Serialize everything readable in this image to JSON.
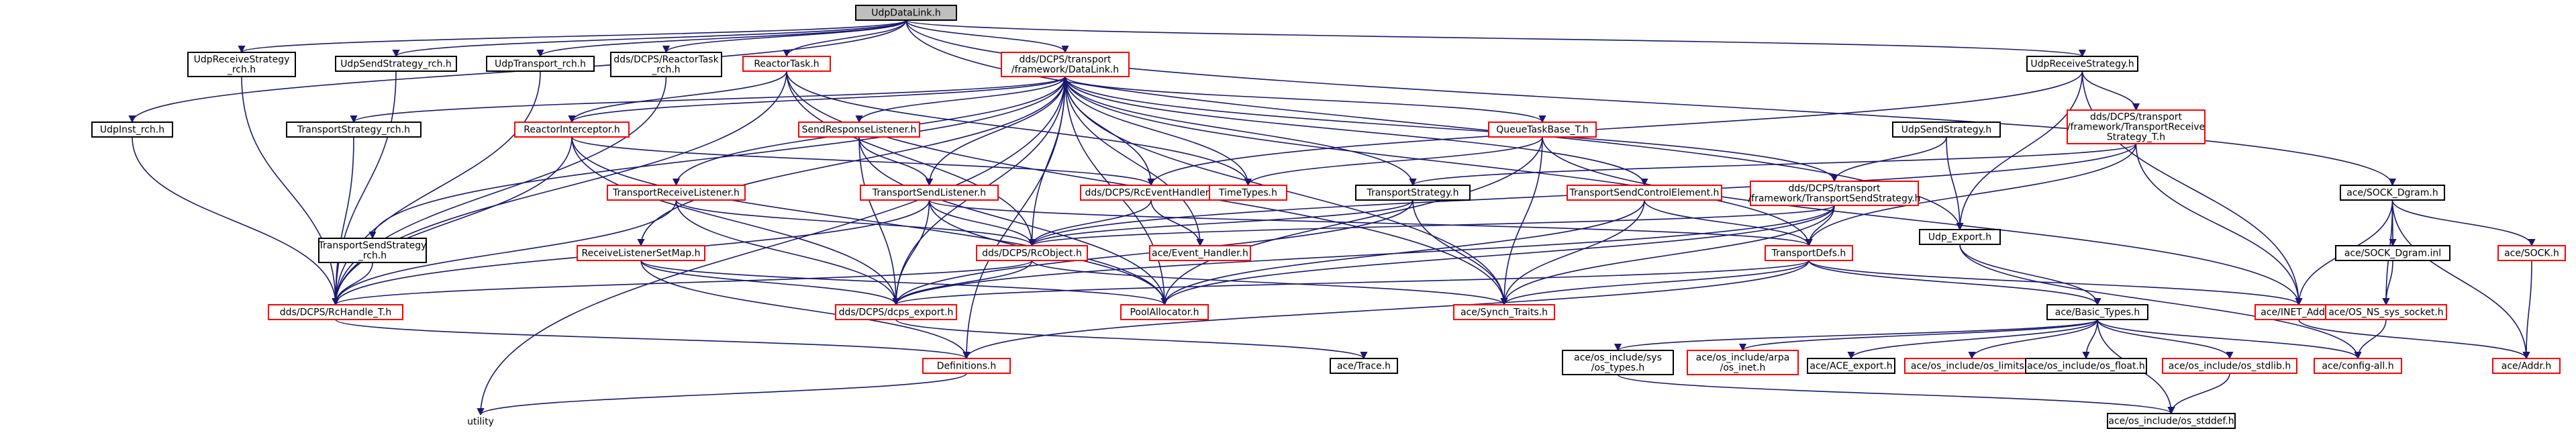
{
  "colors": {
    "edge": "#191970",
    "node_border_black": "#000000",
    "node_border_red": "#ff0000",
    "root_fill": "#bfbfbf",
    "node_fill": "#ffffff"
  },
  "nodes": [
    {
      "id": "n0",
      "lines": [
        "UdpDataLink.h"
      ],
      "border": "black",
      "root": true
    },
    {
      "id": "n1",
      "lines": [
        "UdpReceiveStrategy",
        "_rch.h"
      ],
      "border": "black"
    },
    {
      "id": "n2",
      "lines": [
        "UdpSendStrategy_rch.h"
      ],
      "border": "black"
    },
    {
      "id": "n3",
      "lines": [
        "UdpTransport_rch.h"
      ],
      "border": "black"
    },
    {
      "id": "n4",
      "lines": [
        "dds/DCPS/ReactorTask",
        "_rch.h"
      ],
      "border": "black"
    },
    {
      "id": "n5",
      "lines": [
        "ReactorTask.h"
      ],
      "border": "red"
    },
    {
      "id": "n6",
      "lines": [
        "dds/DCPS/transport",
        "/framework/DataLink.h"
      ],
      "border": "red"
    },
    {
      "id": "n7",
      "lines": [
        "UdpReceiveStrategy.h"
      ],
      "border": "black"
    },
    {
      "id": "n8",
      "lines": [
        "UdpInst_rch.h"
      ],
      "border": "black"
    },
    {
      "id": "n9",
      "lines": [
        "TransportStrategy_rch.h"
      ],
      "border": "black"
    },
    {
      "id": "n10",
      "lines": [
        "ReactorInterceptor.h"
      ],
      "border": "red"
    },
    {
      "id": "n11",
      "lines": [
        "SendResponseListener.h"
      ],
      "border": "red"
    },
    {
      "id": "n12",
      "lines": [
        "QueueTaskBase_T.h"
      ],
      "border": "red"
    },
    {
      "id": "n13",
      "lines": [
        "UdpSendStrategy.h"
      ],
      "border": "black"
    },
    {
      "id": "n14",
      "lines": [
        "dds/DCPS/transport",
        "/framework/TransportReceive",
        "Strategy_T.h"
      ],
      "border": "red"
    },
    {
      "id": "n15",
      "lines": [
        "TransportReceiveListener.h"
      ],
      "border": "red"
    },
    {
      "id": "n16",
      "lines": [
        "TransportSendListener.h"
      ],
      "border": "red"
    },
    {
      "id": "n17",
      "lines": [
        "dds/DCPS/RcEventHandler.h"
      ],
      "border": "red"
    },
    {
      "id": "n18",
      "lines": [
        "TimeTypes.h"
      ],
      "border": "red"
    },
    {
      "id": "n19",
      "lines": [
        "TransportStrategy.h"
      ],
      "border": "black"
    },
    {
      "id": "n20",
      "lines": [
        "TransportSendControlElement.h"
      ],
      "border": "red"
    },
    {
      "id": "n21",
      "lines": [
        "dds/DCPS/transport",
        "/framework/TransportSendStrategy.h"
      ],
      "border": "red"
    },
    {
      "id": "n22",
      "lines": [
        "Udp_Export.h"
      ],
      "border": "black"
    },
    {
      "id": "n23",
      "lines": [
        "ace/SOCK_Dgram.h"
      ],
      "border": "black"
    },
    {
      "id": "n24",
      "lines": [
        "TransportSendStrategy",
        "_rch.h"
      ],
      "border": "black"
    },
    {
      "id": "n25",
      "lines": [
        "ReceiveListenerSetMap.h"
      ],
      "border": "red"
    },
    {
      "id": "n26",
      "lines": [
        "dds/DCPS/RcObject.h"
      ],
      "border": "red"
    },
    {
      "id": "n27",
      "lines": [
        "ace/Event_Handler.h"
      ],
      "border": "red"
    },
    {
      "id": "n28",
      "lines": [
        "TransportDefs.h"
      ],
      "border": "red"
    },
    {
      "id": "n29",
      "lines": [
        "ace/SOCK_Dgram.inl"
      ],
      "border": "black"
    },
    {
      "id": "n30",
      "lines": [
        "ace/SOCK.h"
      ],
      "border": "red"
    },
    {
      "id": "n31",
      "lines": [
        "dds/DCPS/RcHandle_T.h"
      ],
      "border": "red"
    },
    {
      "id": "n32",
      "lines": [
        "dds/DCPS/dcps_export.h"
      ],
      "border": "red"
    },
    {
      "id": "n33",
      "lines": [
        "PoolAllocator.h"
      ],
      "border": "red"
    },
    {
      "id": "n34",
      "lines": [
        "ace/Synch_Traits.h"
      ],
      "border": "red"
    },
    {
      "id": "n35",
      "lines": [
        "ace/Basic_Types.h"
      ],
      "border": "black"
    },
    {
      "id": "n36",
      "lines": [
        "ace/INET_Addr.h"
      ],
      "border": "red"
    },
    {
      "id": "n37",
      "lines": [
        "ace/OS_NS_sys_socket.h"
      ],
      "border": "red"
    },
    {
      "id": "n38",
      "lines": [
        "Definitions.h"
      ],
      "border": "red"
    },
    {
      "id": "n39",
      "lines": [
        "ace/Trace.h"
      ],
      "border": "black"
    },
    {
      "id": "n40",
      "lines": [
        "ace/os_include/sys",
        "/os_types.h"
      ],
      "border": "black"
    },
    {
      "id": "n41",
      "lines": [
        "ace/os_include/arpa",
        "/os_inet.h"
      ],
      "border": "red"
    },
    {
      "id": "n42",
      "lines": [
        "ace/ACE_export.h"
      ],
      "border": "black"
    },
    {
      "id": "n43",
      "lines": [
        "ace/os_include/os_limits.h"
      ],
      "border": "red"
    },
    {
      "id": "n44",
      "lines": [
        "ace/os_include/os_float.h"
      ],
      "border": "black"
    },
    {
      "id": "n45",
      "lines": [
        "ace/os_include/os_stdlib.h"
      ],
      "border": "red"
    },
    {
      "id": "n46",
      "lines": [
        "ace/config-all.h"
      ],
      "border": "red"
    },
    {
      "id": "n47",
      "lines": [
        "ace/Addr.h"
      ],
      "border": "red"
    },
    {
      "id": "n48",
      "lines": [
        "utility"
      ],
      "border": "none"
    },
    {
      "id": "n49",
      "lines": [
        "ace/os_include/os_stddef.h"
      ],
      "border": "black"
    }
  ],
  "edges": [
    [
      "n0",
      "n1"
    ],
    [
      "n0",
      "n2"
    ],
    [
      "n0",
      "n3"
    ],
    [
      "n0",
      "n4"
    ],
    [
      "n0",
      "n5"
    ],
    [
      "n0",
      "n6"
    ],
    [
      "n0",
      "n7"
    ],
    [
      "n0",
      "n8"
    ],
    [
      "n0",
      "n22"
    ],
    [
      "n0",
      "n23"
    ],
    [
      "n1",
      "n31"
    ],
    [
      "n2",
      "n31"
    ],
    [
      "n3",
      "n31"
    ],
    [
      "n4",
      "n31"
    ],
    [
      "n8",
      "n31"
    ],
    [
      "n9",
      "n31"
    ],
    [
      "n24",
      "n31"
    ],
    [
      "n5",
      "n10"
    ],
    [
      "n5",
      "n26"
    ],
    [
      "n5",
      "n18"
    ],
    [
      "n5",
      "n34"
    ],
    [
      "n5",
      "n31"
    ],
    [
      "n6",
      "n9"
    ],
    [
      "n6",
      "n10"
    ],
    [
      "n6",
      "n11"
    ],
    [
      "n6",
      "n12"
    ],
    [
      "n6",
      "n15"
    ],
    [
      "n6",
      "n16"
    ],
    [
      "n6",
      "n17"
    ],
    [
      "n6",
      "n18"
    ],
    [
      "n6",
      "n19"
    ],
    [
      "n6",
      "n20"
    ],
    [
      "n6",
      "n21"
    ],
    [
      "n6",
      "n24"
    ],
    [
      "n6",
      "n25"
    ],
    [
      "n6",
      "n26"
    ],
    [
      "n6",
      "n27"
    ],
    [
      "n6",
      "n28"
    ],
    [
      "n6",
      "n32"
    ],
    [
      "n6",
      "n33"
    ],
    [
      "n6",
      "n34"
    ],
    [
      "n6",
      "n38"
    ],
    [
      "n6",
      "n48"
    ],
    [
      "n7",
      "n14"
    ],
    [
      "n7",
      "n17"
    ],
    [
      "n7",
      "n22"
    ],
    [
      "n7",
      "n36"
    ],
    [
      "n10",
      "n17"
    ],
    [
      "n10",
      "n31"
    ],
    [
      "n10",
      "n32"
    ],
    [
      "n10",
      "n33"
    ],
    [
      "n11",
      "n16"
    ],
    [
      "n11",
      "n32"
    ],
    [
      "n11",
      "n33"
    ],
    [
      "n12",
      "n18"
    ],
    [
      "n12",
      "n34"
    ],
    [
      "n12",
      "n33"
    ],
    [
      "n12",
      "n36"
    ],
    [
      "n13",
      "n21"
    ],
    [
      "n13",
      "n22"
    ],
    [
      "n14",
      "n19"
    ],
    [
      "n14",
      "n26"
    ],
    [
      "n14",
      "n28"
    ],
    [
      "n14",
      "n36"
    ],
    [
      "n15",
      "n26"
    ],
    [
      "n15",
      "n31"
    ],
    [
      "n15",
      "n32"
    ],
    [
      "n16",
      "n26"
    ],
    [
      "n16",
      "n28"
    ],
    [
      "n16",
      "n31"
    ],
    [
      "n16",
      "n32"
    ],
    [
      "n16",
      "n33"
    ],
    [
      "n17",
      "n26"
    ],
    [
      "n17",
      "n27"
    ],
    [
      "n19",
      "n26"
    ],
    [
      "n19",
      "n32"
    ],
    [
      "n19",
      "n34"
    ],
    [
      "n20",
      "n28"
    ],
    [
      "n20",
      "n33"
    ],
    [
      "n20",
      "n34"
    ],
    [
      "n21",
      "n26"
    ],
    [
      "n21",
      "n28"
    ],
    [
      "n21",
      "n32"
    ],
    [
      "n21",
      "n33"
    ],
    [
      "n21",
      "n34"
    ],
    [
      "n22",
      "n35"
    ],
    [
      "n22",
      "n46"
    ],
    [
      "n23",
      "n29"
    ],
    [
      "n23",
      "n30"
    ],
    [
      "n23",
      "n36"
    ],
    [
      "n23",
      "n37"
    ],
    [
      "n23",
      "n47"
    ],
    [
      "n25",
      "n32"
    ],
    [
      "n25",
      "n33"
    ],
    [
      "n25",
      "n38"
    ],
    [
      "n26",
      "n31"
    ],
    [
      "n26",
      "n32"
    ],
    [
      "n26",
      "n34"
    ],
    [
      "n28",
      "n35"
    ],
    [
      "n28",
      "n36"
    ],
    [
      "n28",
      "n34"
    ],
    [
      "n28",
      "n32"
    ],
    [
      "n28",
      "n38"
    ],
    [
      "n29",
      "n37"
    ],
    [
      "n30",
      "n47"
    ],
    [
      "n31",
      "n38"
    ],
    [
      "n32",
      "n39"
    ],
    [
      "n35",
      "n40"
    ],
    [
      "n35",
      "n41"
    ],
    [
      "n35",
      "n42"
    ],
    [
      "n35",
      "n43"
    ],
    [
      "n35",
      "n44"
    ],
    [
      "n35",
      "n45"
    ],
    [
      "n35",
      "n46"
    ],
    [
      "n35",
      "n49"
    ],
    [
      "n36",
      "n47"
    ],
    [
      "n37",
      "n46"
    ],
    [
      "n38",
      "n48"
    ],
    [
      "n40",
      "n49"
    ],
    [
      "n45",
      "n49"
    ]
  ]
}
